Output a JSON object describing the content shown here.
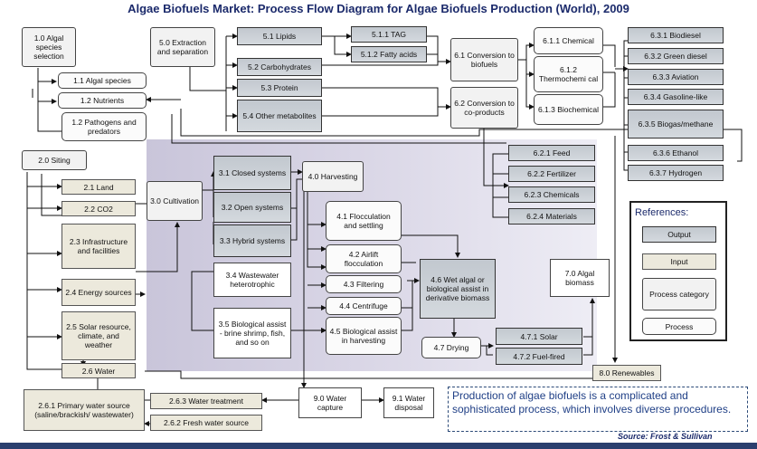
{
  "title": "Algae Biofuels Market: Process Flow Diagram for Algae Biofuels Production (World), 2009",
  "boxes": {
    "b1_0": "1.0 Algal species selection",
    "b1_1": "1.1 Algal species",
    "b1_2": "1.2 Nutrients",
    "b1_3": "1.2 Pathogens and predators",
    "b2_0": "2.0 Siting",
    "b2_1": "2.1 Land",
    "b2_2": "2.2 CO2",
    "b2_3": "2.3 Infrastructure and facilities",
    "b2_4": "2.4 Energy sources",
    "b2_5": "2.5 Solar resource, climate, and weather",
    "b2_6": "2.6 Water",
    "b2_6_1": "2.6.1 Primary water source (saline/brackish/ wastewater)",
    "b2_6_3": "2.6.3 Water treatment",
    "b2_6_2": "2.6.2 Fresh water source",
    "b3_0": "3.0 Cultivation",
    "b3_1": "3.1 Closed systems",
    "b3_2": "3.2 Open systems",
    "b3_3": "3.3 Hybrid systems",
    "b3_4": "3.4 Wastewater heterotrophic",
    "b3_5": "3.5 Biological assist - brine shrimp, fish, and so on",
    "b4_0": "4.0 Harvesting",
    "b4_1": "4.1 Flocculation and settling",
    "b4_2": "4.2 Airlift flocculation",
    "b4_3": "4.3 Filtering",
    "b4_4": "4.4 Centrifuge",
    "b4_5": "4.5 Biological assist in harvesting",
    "b4_6": "4.6 Wet algal or biological assist in derivative biomass",
    "b4_7": "4.7 Drying",
    "b4_7_1": "4.7.1 Solar",
    "b4_7_2": "4.7.2 Fuel-fired",
    "b5_0": "5.0 Extraction and separation",
    "b5_1": "5.1 Lipids",
    "b5_1_1": "5.1.1 TAG",
    "b5_1_2": "5.1.2 Fatty acids",
    "b5_2": "5.2 Carbohydrates",
    "b5_3": "5.3 Protein",
    "b5_4": "5.4 Other metabolites",
    "b6_1": "6.1 Conversion to biofuels",
    "b6_2": "6.2 Conversion to co-products",
    "b6_1_1": "6.1.1 Chemical",
    "b6_1_2": "6.1.2 Thermochemi cal",
    "b6_1_3": "6.1.3 Biochemical",
    "b6_2_1": "6.2.1 Feed",
    "b6_2_2": "6.2.2 Fertilizer",
    "b6_2_3": "6.2.3 Chemicals",
    "b6_2_4": "6.2.4 Materials",
    "b6_3_1": "6.3.1 Biodiesel",
    "b6_3_2": "6.3.2 Green diesel",
    "b6_3_3": "6.3.3 Aviation",
    "b6_3_4": "6.3.4 Gasoline-like",
    "b6_3_5": "6.3.5 Biogas/methane",
    "b6_3_6": "6.3.6 Ethanol",
    "b6_3_7": "6.3.7 Hydrogen",
    "b7_0": "7.0 Algal biomass",
    "b8_0": "8.0 Renewables",
    "b9_0": "9.0 Water capture",
    "b9_1": "9.1 Water disposal"
  },
  "references": {
    "title": "References:",
    "output": "Output",
    "input": "Input",
    "category": "Process category",
    "process": "Process"
  },
  "note": "Production of algae biofuels is a complicated and sophisticated process, which involves diverse procedures.",
  "source": "Source: Frost & Sullivan",
  "colors": {
    "title": "#1b2a6b",
    "output_fill": "#c2c8cf",
    "input_fill": "#ece9dc",
    "shade": "#d3d0e2",
    "note_border": "#2c4a78",
    "footer_bar": "#2a3f6e"
  }
}
